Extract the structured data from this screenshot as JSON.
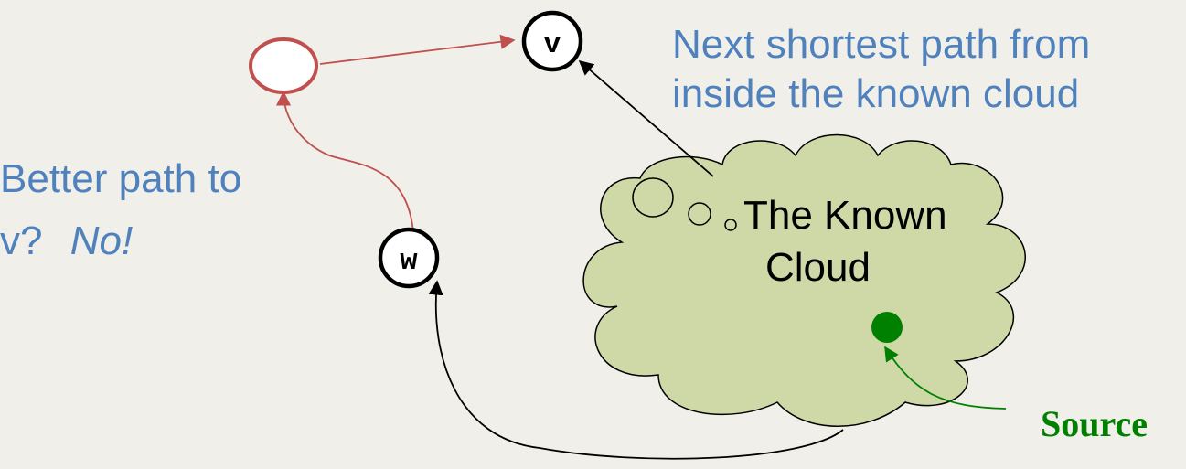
{
  "annotations": {
    "next_shortest_line1": "Next shortest path from",
    "next_shortest_line2": "inside the known cloud",
    "better_path_line1": "Better path to",
    "better_path_prefix": "v?",
    "better_path_answer": "No!",
    "source_label": "Source"
  },
  "cloud": {
    "label_line1": "The Known",
    "label_line2": "Cloud"
  },
  "nodes": {
    "v": "v",
    "w": "w",
    "unknown": ""
  },
  "colors": {
    "annotation_text": "#4f81bd",
    "cloud_fill": "#cfd9a8",
    "red_path": "#c0504d",
    "source": "#008000",
    "background": "#f0efe9"
  }
}
